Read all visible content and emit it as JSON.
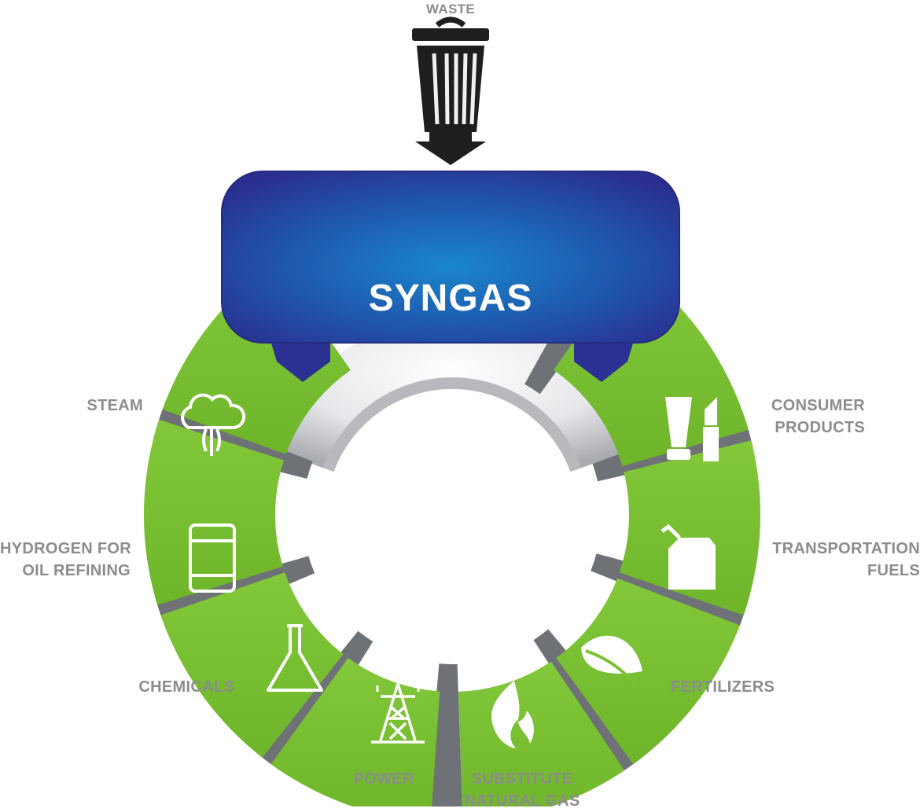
{
  "diagram": {
    "input_label": "WASTE",
    "center_label": "SYNGAS",
    "colors": {
      "segment_green": "#7ac231",
      "ring_gray": "#a5a7ab",
      "syngas_blue_dark": "#2a2f8f",
      "syngas_blue_light": "#1a86cc",
      "label_gray": "#8c8c8c",
      "icon_dark": "#1e1e1e"
    },
    "outputs": [
      {
        "line1": "STEAM",
        "line2": "",
        "icon": "steam-cloud-icon"
      },
      {
        "line1": "HYDROGEN FOR",
        "line2": "OIL REFINING",
        "icon": "oil-barrel-icon"
      },
      {
        "line1": "CHEMICALS",
        "line2": "",
        "icon": "flask-icon"
      },
      {
        "line1": "POWER",
        "line2": "",
        "icon": "power-tower-icon"
      },
      {
        "line1": "SUBSTITUTE",
        "line2": "NATURAL GAS",
        "icon": "gas-flame-icon"
      },
      {
        "line1": "FERTILIZERS",
        "line2": "",
        "icon": "leaf-icon"
      },
      {
        "line1": "TRANSPORTATION",
        "line2": "FUELS",
        "icon": "fuel-can-icon"
      },
      {
        "line1": "CONSUMER",
        "line2": "PRODUCTS",
        "icon": "cosmetics-icon"
      }
    ]
  }
}
